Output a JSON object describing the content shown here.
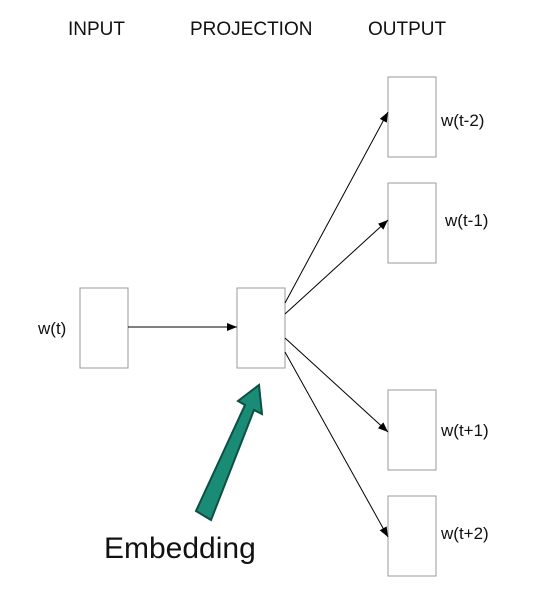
{
  "headers": {
    "input": "INPUT",
    "projection": "PROJECTION",
    "output": "OUTPUT"
  },
  "input_node": {
    "label": "w(t)"
  },
  "output_nodes": [
    {
      "label": "w(t-2)"
    },
    {
      "label": "w(t-1)"
    },
    {
      "label": "w(t+1)"
    },
    {
      "label": "w(t+2)"
    }
  ],
  "callout": {
    "label": "Embedding",
    "arrow_color": "#1a8c76",
    "arrow_outline": "#0d4f42"
  }
}
